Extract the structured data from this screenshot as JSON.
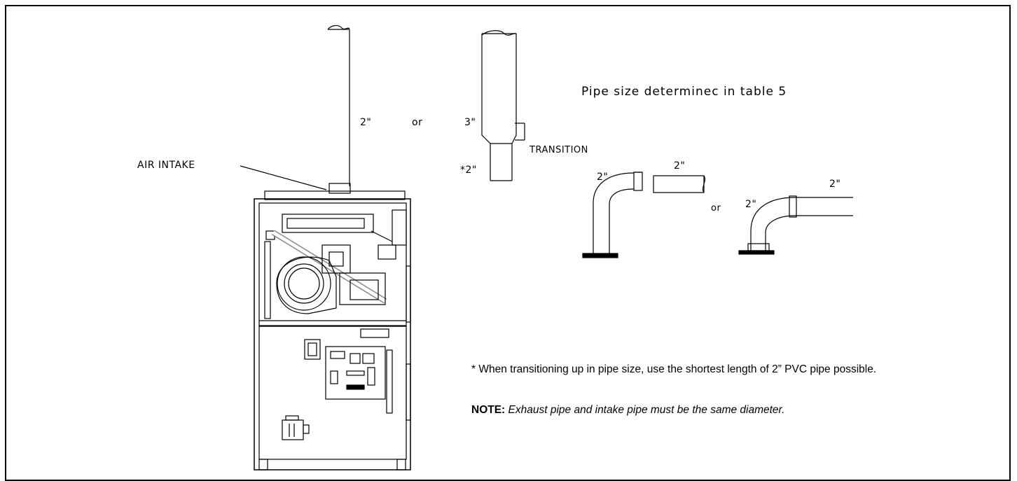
{
  "labels": {
    "air_intake": "AIR INTAKE",
    "pipe_2in": "2\"",
    "or_main": "or",
    "pipe_3in": "3\"",
    "transition": "TRANSITION",
    "pipe_star_2in": "*2\"",
    "pipe_size_title": "Pipe size determinec in table 5",
    "elbow1_size": "2\"",
    "straight_size": "2\"",
    "or_elbows": "or",
    "elbow2_vertical_size": "2\"",
    "elbow2_horizontal_size": "2\""
  },
  "notes": {
    "transition_note": "* When transitioning up in pipe size, use the shortest length of 2” PVC pipe possible.",
    "note_label": "NOTE:",
    "note_text": "Exhaust pipe and intake pipe must be the same diameter."
  }
}
